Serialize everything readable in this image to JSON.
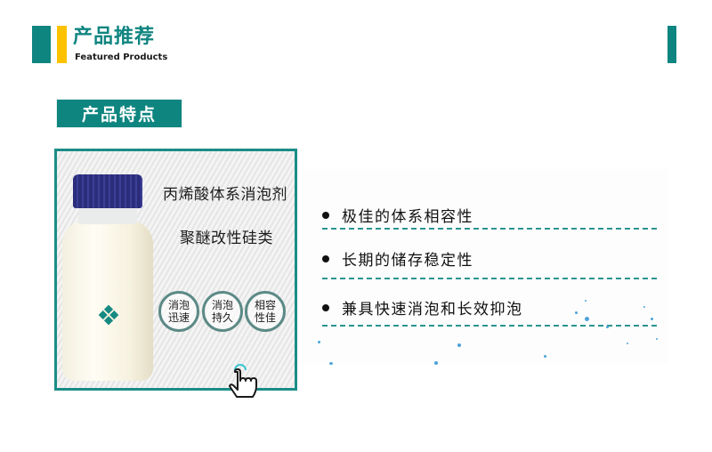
{
  "header": {
    "title": "产品推荐",
    "subtitle": "Featured Products",
    "accent_color": "#0f8580",
    "secondary_color": "#fcc200"
  },
  "section": {
    "label": "产品特点"
  },
  "product_card": {
    "title_line1": "丙烯酸体系消泡剂",
    "title_line2": "聚醚改性硅类",
    "badges": [
      {
        "line1": "消泡",
        "line2": "迅速"
      },
      {
        "line1": "消泡",
        "line2": "持久"
      },
      {
        "line1": "相容",
        "line2": "性佳"
      }
    ],
    "border_color": "#1b8d87",
    "icon": "pointing-hand-icon"
  },
  "features": [
    {
      "text": "极佳的体系相容性"
    },
    {
      "text": "长期的储存稳定性"
    },
    {
      "text": "兼具快速消泡和长效抑泡"
    }
  ]
}
